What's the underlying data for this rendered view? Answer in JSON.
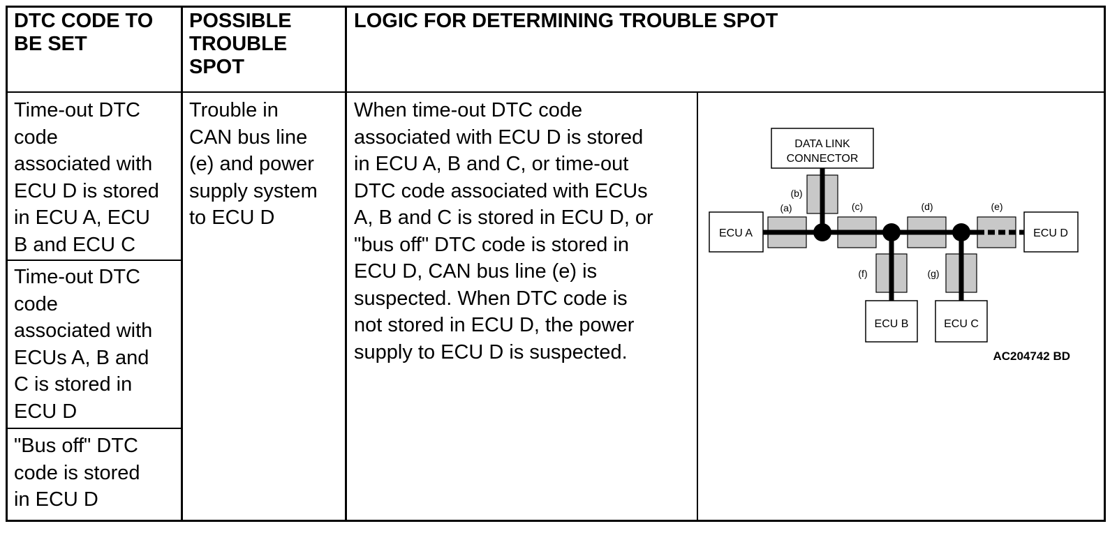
{
  "table": {
    "headers": [
      "DTC CODE TO\nBE SET",
      "POSSIBLE\nTROUBLE\nSPOT",
      "LOGIC FOR DETERMINING TROUBLE SPOT"
    ],
    "dtc_codes": [
      "Time-out DTC\ncode\nassociated with\nECU D is stored\nin ECU A, ECU\nB and ECU C",
      "Time-out DTC\ncode\nassociated with\nECUs A, B and\nC is stored in\nECU D",
      "\"Bus off\" DTC\ncode is stored\nin ECU D"
    ],
    "possible_trouble_spot": "Trouble in\nCAN bus line\n(e) and power\nsupply system\nto ECU D",
    "logic": "When time-out DTC code\nassociated with ECU D is stored\nin ECU A, B and C, or time-out\nDTC code associated with ECUs\nA, B and C is stored in ECU D, or\n\"bus off\" DTC code is stored in\nECU D, CAN bus line (e) is\nsuspected. When DTC code is\nnot stored in ECU D, the power\nsupply to ECU D is suspected."
  },
  "diagram": {
    "connector_line1": "DATA LINK",
    "connector_line2": "CONNECTOR",
    "ecu_a": "ECU A",
    "ecu_b": "ECU B",
    "ecu_c": "ECU C",
    "ecu_d": "ECU D",
    "seg_a": "(a)",
    "seg_b": "(b)",
    "seg_c": "(c)",
    "seg_d": "(d)",
    "seg_e": "(e)",
    "seg_f": "(f)",
    "seg_g": "(g)",
    "figure_id": "AC204742 BD",
    "segment_fill": "#c8c8c8"
  }
}
